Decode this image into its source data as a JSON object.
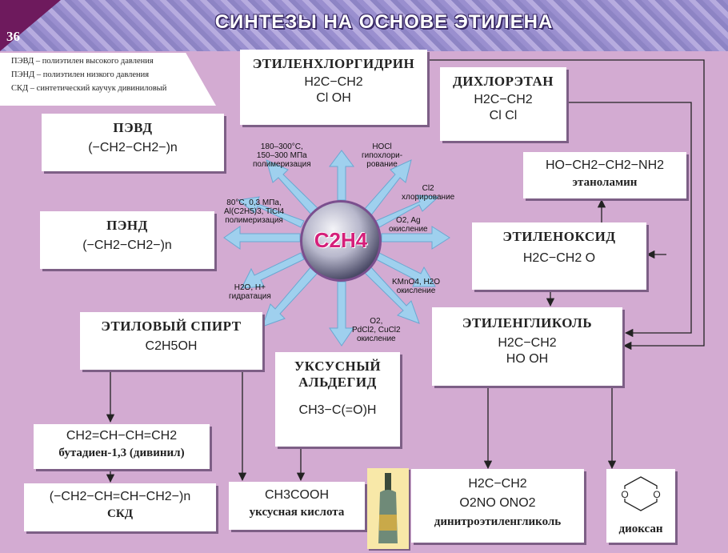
{
  "page_number": "36",
  "title": "СИНТЕЗЫ НА ОСНОВЕ ЭТИЛЕНА",
  "legend": [
    "ПЭВД – полиэтилен высокого давления",
    "ПЭНД – полиэтилен низкого давления",
    "СКД – синтетический каучук дивиниловый"
  ],
  "center": {
    "formula": "C2H4"
  },
  "boxes": {
    "pevd": {
      "name": "ПЭВД",
      "formula": "(−CH2−CH2−)n"
    },
    "pend": {
      "name": "ПЭНД",
      "formula": "(−CH2−CH2−)n"
    },
    "ethanol": {
      "name": "ЭТИЛОВЫЙ СПИРТ",
      "formula": "C2H5OH"
    },
    "chlorohydrin": {
      "name": "ЭТИЛЕНХЛОРГИДРИН",
      "formula_top": "H2C−CH2",
      "formula_bottom": "Cl OH"
    },
    "dichloroethane": {
      "name": "ДИХЛОРЭТАН",
      "formula_top": "H2C−CH2",
      "formula_bottom": "Cl Cl"
    },
    "ethanolamine": {
      "formula": "HO−CH2−CH2−NH2",
      "name": "этаноламин"
    },
    "ethylene_oxide": {
      "name": "ЭТИЛЕНОКСИД",
      "formula": "H2C−CH2 O"
    },
    "ethylene_glycol": {
      "name": "ЭТИЛЕНГЛИКОЛЬ",
      "formula_top": "H2C−CH2",
      "formula_bottom": "HO OH"
    },
    "acetaldehyde": {
      "name_line1": "УКСУСНЫЙ",
      "name_line2": "АЛЬДЕГИД",
      "formula": "CH3−C(=O)H"
    },
    "butadiene": {
      "formula": "CH2=CH−CH=CH2",
      "name": "бутадиен-1,3 (дивинил)"
    },
    "skd": {
      "formula": "(−CH2−CH=CH−CH2−)n",
      "name": "СКД"
    },
    "acetic_acid": {
      "formula": "CH3COOH",
      "name": "уксусная кислота"
    },
    "dinitro": {
      "formula_top": "H2C−CH2",
      "formula_bottom": "O2NO ONO2",
      "name": "динитроэтиленгликоль"
    },
    "dioxane": {
      "name": "диоксан"
    }
  },
  "conditions": {
    "polymerization_high": [
      "180–300°C,",
      "150–300 МПа",
      "полимеризация"
    ],
    "hocl": [
      "HOCl",
      "гипохлори-",
      "рование"
    ],
    "chlorination": [
      "Cl2",
      "хлорирование"
    ],
    "oxidation_ag": [
      "O2, Ag",
      "окисление"
    ],
    "kmno4": [
      "KMnO4, H2O",
      "окисление"
    ],
    "pdcl2": [
      "O2,",
      "PdCl2, CuCl2",
      "окисление"
    ],
    "hydration": [
      "H2O, H+",
      "гидратация"
    ],
    "polymerization_low": [
      "80°C, 0,3 МПа,",
      "Al(C2H5)3, TiCl4",
      "полимеризация"
    ]
  },
  "colors": {
    "background": "#d3abd2",
    "arrow": "#9fd0ee",
    "formula": "#d5207a",
    "corner": "#6e1a5d"
  }
}
